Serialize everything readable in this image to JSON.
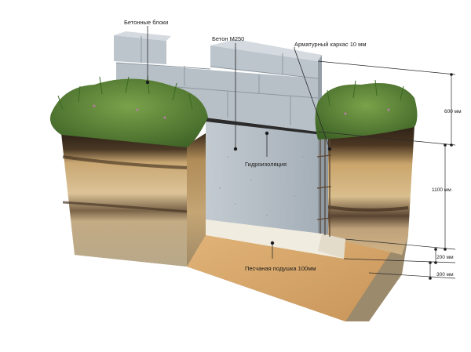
{
  "labels": {
    "concrete_blocks": "Бетонные блоки",
    "concrete_grade": "Бетон М250",
    "rebar_cage": "Арматурный каркас 10 мм",
    "waterproofing": "Гидроизоляция",
    "sand_cushion": "Песчаная подушка 100мм"
  },
  "dimensions": {
    "block_height": "600 мм",
    "footing_depth": "1100 мм",
    "footing_pad": "200 мм",
    "sand_layer": "300 мм"
  },
  "colors": {
    "block": "#b9c2c9",
    "concrete": "#aab4bc",
    "grass": "#5f8a3a",
    "soil_dark": "#3a2a1c",
    "soil_light": "#d7bc8c",
    "sand": "#d9a96b"
  }
}
